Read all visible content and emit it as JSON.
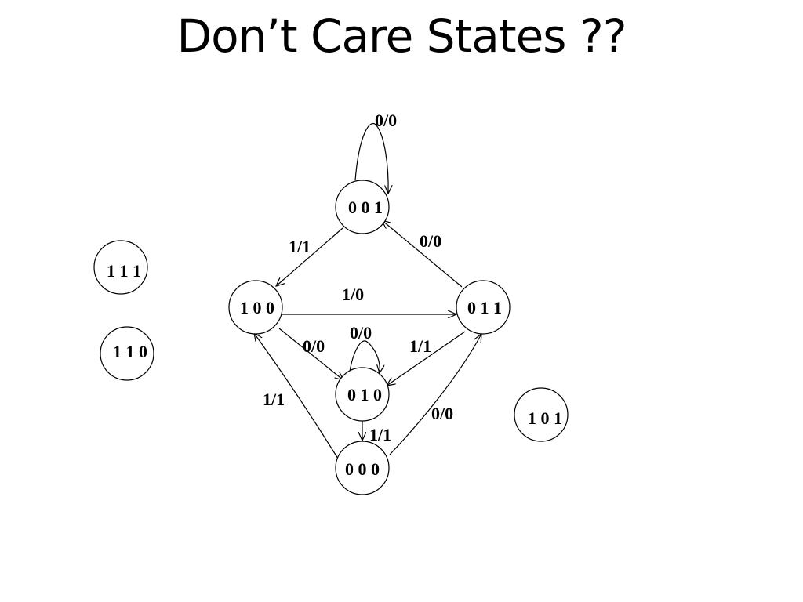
{
  "title": "Don’t Care States ??",
  "states": {
    "s001": "0 0 1",
    "s100": "1 0 0",
    "s011": "0 1 1",
    "s010": "0 1 0",
    "s000": "0 0 0",
    "s111": "1 1 1",
    "s110": "1 1 0",
    "s101": "1 0 1"
  },
  "transitions": [
    {
      "from": "0 0 1",
      "to": "0 0 1",
      "label": "0/0"
    },
    {
      "from": "0 0 1",
      "to": "1 0 0",
      "label": "1/1"
    },
    {
      "from": "0 1 1",
      "to": "0 0 1",
      "label": "0/0"
    },
    {
      "from": "1 0 0",
      "to": "0 1 1",
      "label": "1/0"
    },
    {
      "from": "1 0 0",
      "to": "0 1 0",
      "label": "0/0"
    },
    {
      "from": "0 1 0",
      "to": "0 1 0",
      "label": "0/0"
    },
    {
      "from": "0 1 1",
      "to": "0 1 0",
      "label": "1/1"
    },
    {
      "from": "0 0 0",
      "to": "1 0 0",
      "label": "1/1"
    },
    {
      "from": "0 1 0",
      "to": "0 0 0",
      "label": "1/1"
    },
    {
      "from": "0 0 0",
      "to": "0 1 1",
      "label": "0/0"
    }
  ]
}
